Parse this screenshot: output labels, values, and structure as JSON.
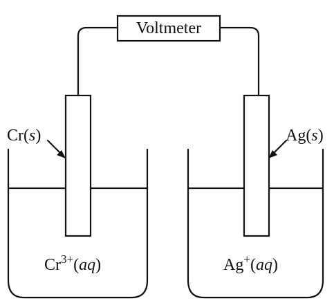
{
  "diagram": {
    "voltmeter_label": "Voltmeter",
    "left_electrode": {
      "element": "Cr",
      "state": "s",
      "solution_element": "Cr",
      "solution_charge": "3+",
      "solution_state": "aq"
    },
    "right_electrode": {
      "element": "Ag",
      "state": "s",
      "solution_element": "Ag",
      "solution_charge": "+",
      "solution_state": "aq"
    }
  }
}
